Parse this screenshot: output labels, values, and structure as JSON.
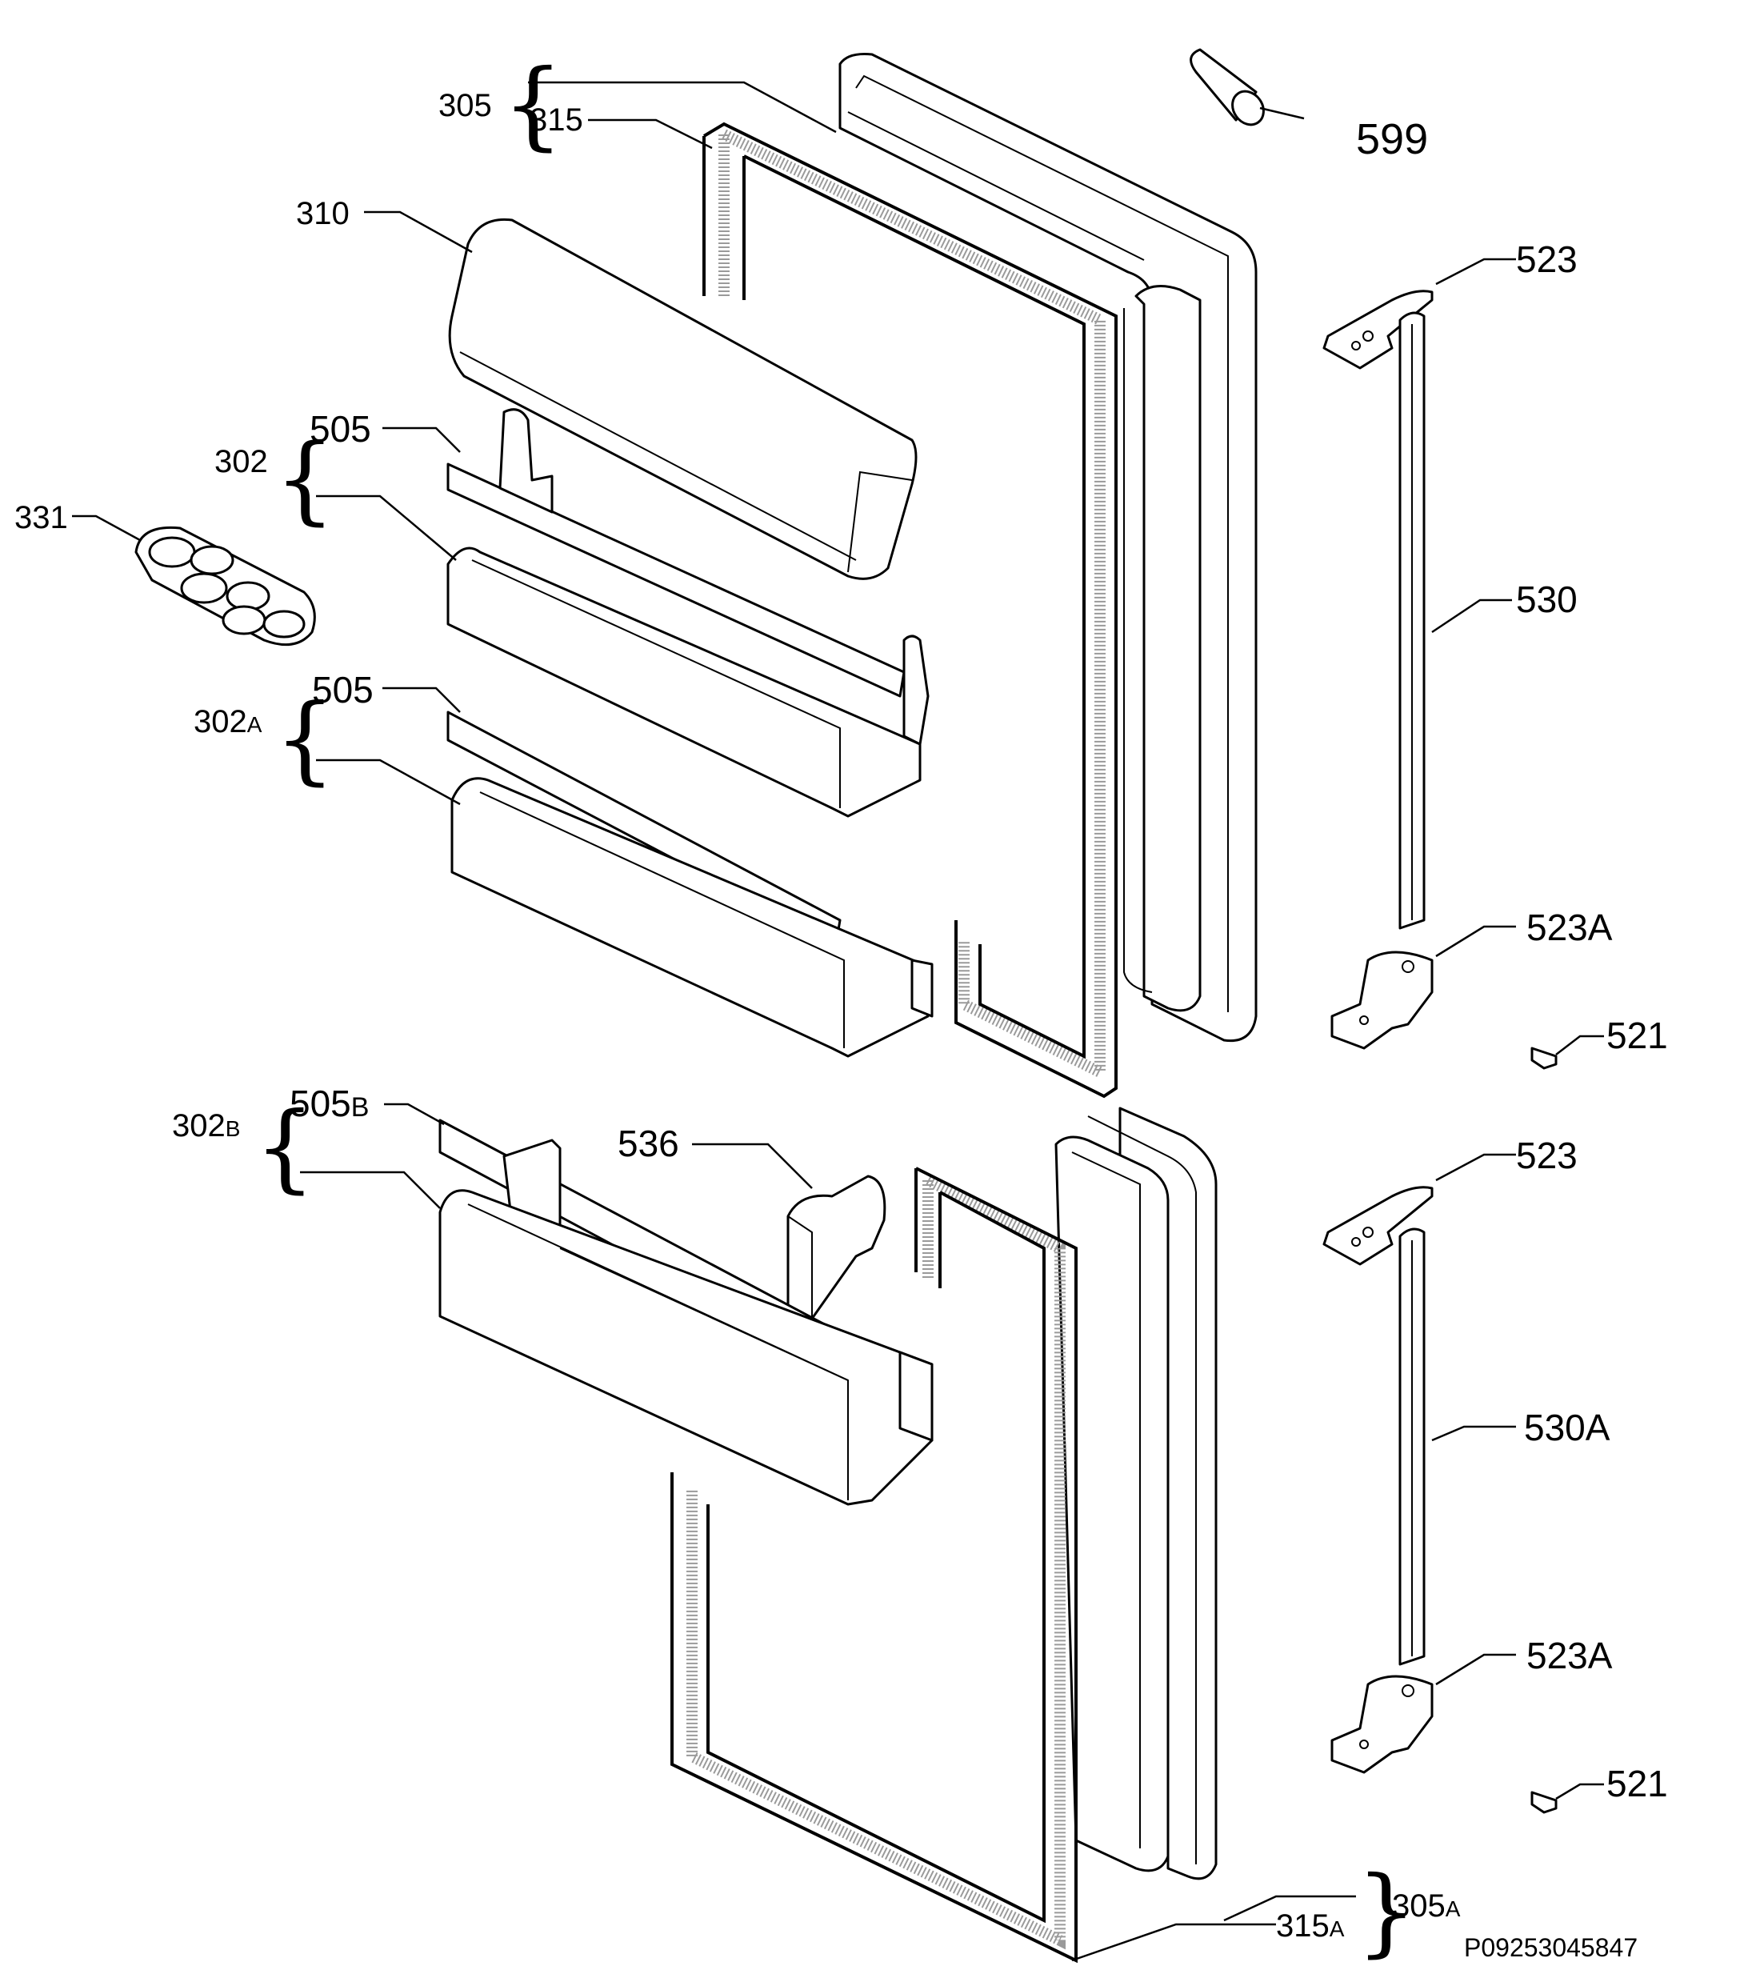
{
  "labels": {
    "l305": "305",
    "l315": "315",
    "l599": "599",
    "l310": "310",
    "l523_top": "523",
    "l302": "302",
    "l505_a": "505",
    "l331": "331",
    "l530": "530",
    "l302a": "302",
    "l302a_sub": "A",
    "l505_b": "505",
    "l523a_top": "523A",
    "l521_top": "521",
    "l302b": "302",
    "l302b_sub": "B",
    "l505b": "505",
    "l505b_sub": "B",
    "l536": "536",
    "l523_bottom": "523",
    "l530a": "530A",
    "l523a_bottom": "523A",
    "l521_bottom": "521",
    "l305a": "305",
    "l305a_sub": "A",
    "l315a": "315",
    "l315a_sub": "A"
  },
  "braces": {
    "b305": "{",
    "b302": "{",
    "b302a": "{",
    "b302b": "{",
    "b305a": "}"
  },
  "code": "P09253045847",
  "colors": {
    "line": "#000000",
    "background": "#ffffff",
    "gasket": "#9a9a9a"
  }
}
